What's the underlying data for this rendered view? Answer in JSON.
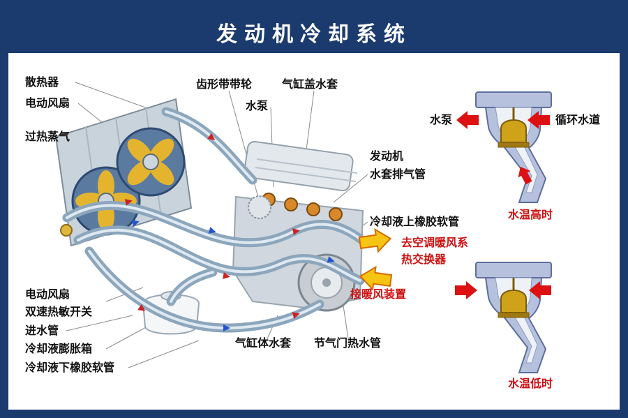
{
  "title": "发动机冷却系统",
  "colors": {
    "frame_navy": "#1b3a6e",
    "label_black": "#111111",
    "label_red": "#cc1111",
    "pipe_blue": "#8ca6bc",
    "thermostat_gold": "#cfa21a",
    "fan_yellow": "#e4b42e",
    "flow_arrow_red": "#cc2222",
    "flow_arrow_blue": "#2255cc"
  },
  "labels": {
    "radiator": "散热器",
    "electric_fan_top": "电动风扇",
    "overheated_steam": "过热蒸气",
    "toothed_belt_pulley": "齿形带带轮",
    "water_pump": "水泵",
    "cylinder_head_water_jacket": "气缸盖水套",
    "engine_line1": "发动机",
    "engine_line2": "水套排气管",
    "coolant_upper_rubber_hose": "冷却液上橡胶软管",
    "to_ac_heater_line1": "去空调暖风系",
    "to_ac_heater_line2": "热交换器",
    "heater_connection": "接暖风装置",
    "electric_fan_bottom_line1": "电动风扇",
    "electric_fan_bottom_line2": "双速热敏开关",
    "water_inlet_pipe": "进水管",
    "coolant_expansion_tank": "冷却液膨胀箱",
    "coolant_lower_rubber_hose": "冷却液下橡胶软管",
    "cylinder_block_water_jacket": "气缸体水套",
    "throttle_hot_water_pipe": "节气门热水管"
  },
  "thermostat_top": {
    "water_pump": "水泵",
    "circulation_channel": "循环水道",
    "caption": "水温高时"
  },
  "thermostat_bottom": {
    "caption": "水温低时"
  }
}
